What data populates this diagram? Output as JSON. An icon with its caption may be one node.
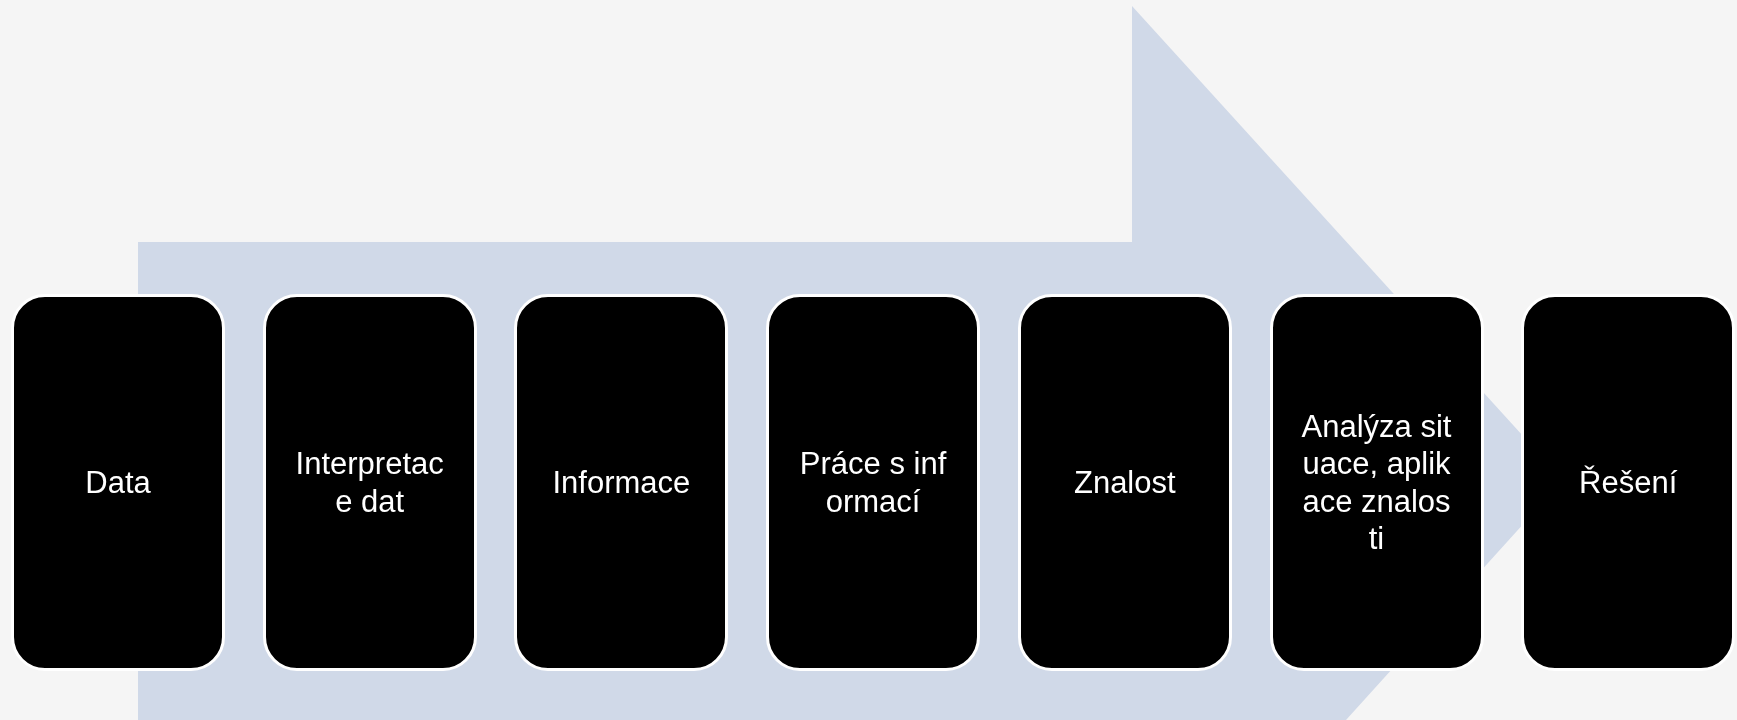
{
  "diagram": {
    "nodes": [
      {
        "text": [
          "Data"
        ]
      },
      {
        "text": [
          "Interpretace dat"
        ]
      },
      {
        "text": [
          "Informace"
        ]
      },
      {
        "text": [
          "Práce s informací"
        ]
      },
      {
        "text": [
          "Znalost"
        ]
      },
      {
        "text": [
          "Analýza situace, aplikace znalosti"
        ]
      },
      {
        "text": [
          "Řešení"
        ]
      }
    ]
  }
}
